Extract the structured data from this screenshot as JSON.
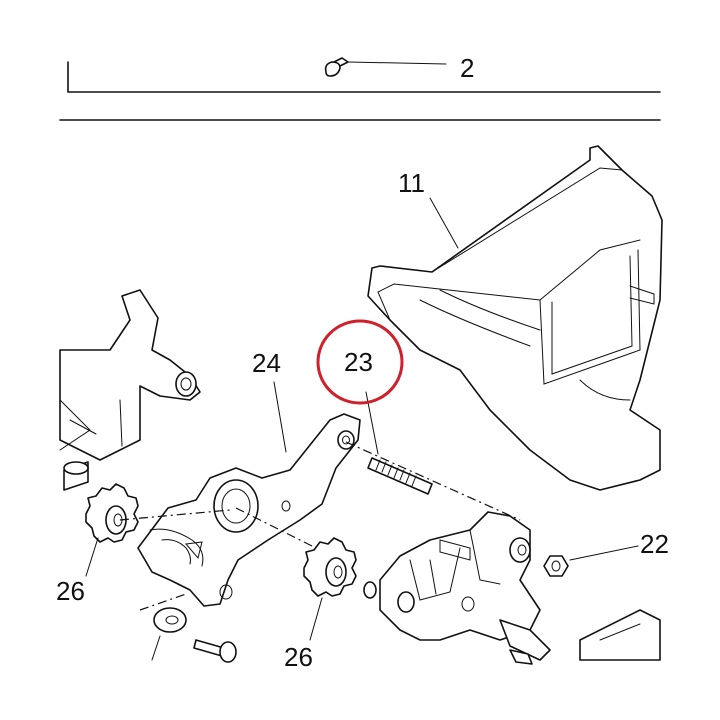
{
  "callouts": {
    "screw_top": "2",
    "housing": "11",
    "circled_part": "23",
    "lever_plate": "24",
    "gear_left": "26",
    "gear_bottom": "26",
    "nut_right": "22"
  },
  "highlight": {
    "circle_color": "#d0202c",
    "line_color": "#111111"
  }
}
